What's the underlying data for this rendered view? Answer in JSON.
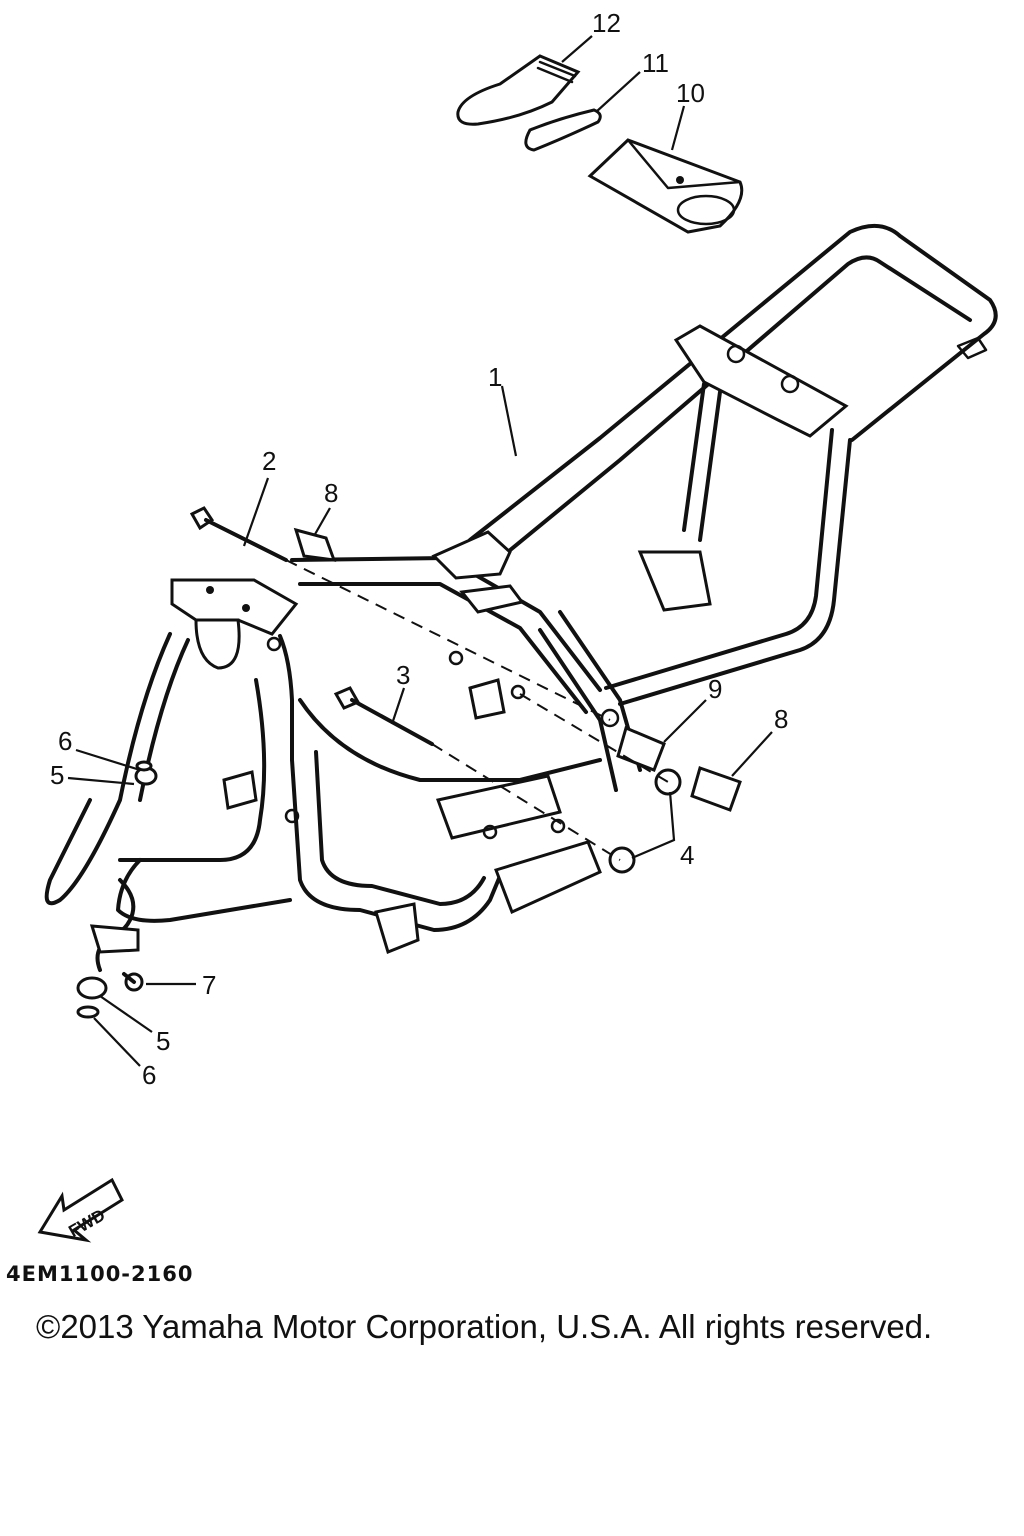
{
  "diagram": {
    "callouts": [
      "12",
      "11",
      "10",
      "1",
      "2",
      "8",
      "3",
      "9",
      "8",
      "6",
      "5",
      "4",
      "7",
      "5",
      "6"
    ],
    "fwd_label": "FWD",
    "part_code": "4EM1100-2160",
    "copyright": "©2013 Yamaha Motor Corporation, U.S.A. All rights reserved."
  }
}
